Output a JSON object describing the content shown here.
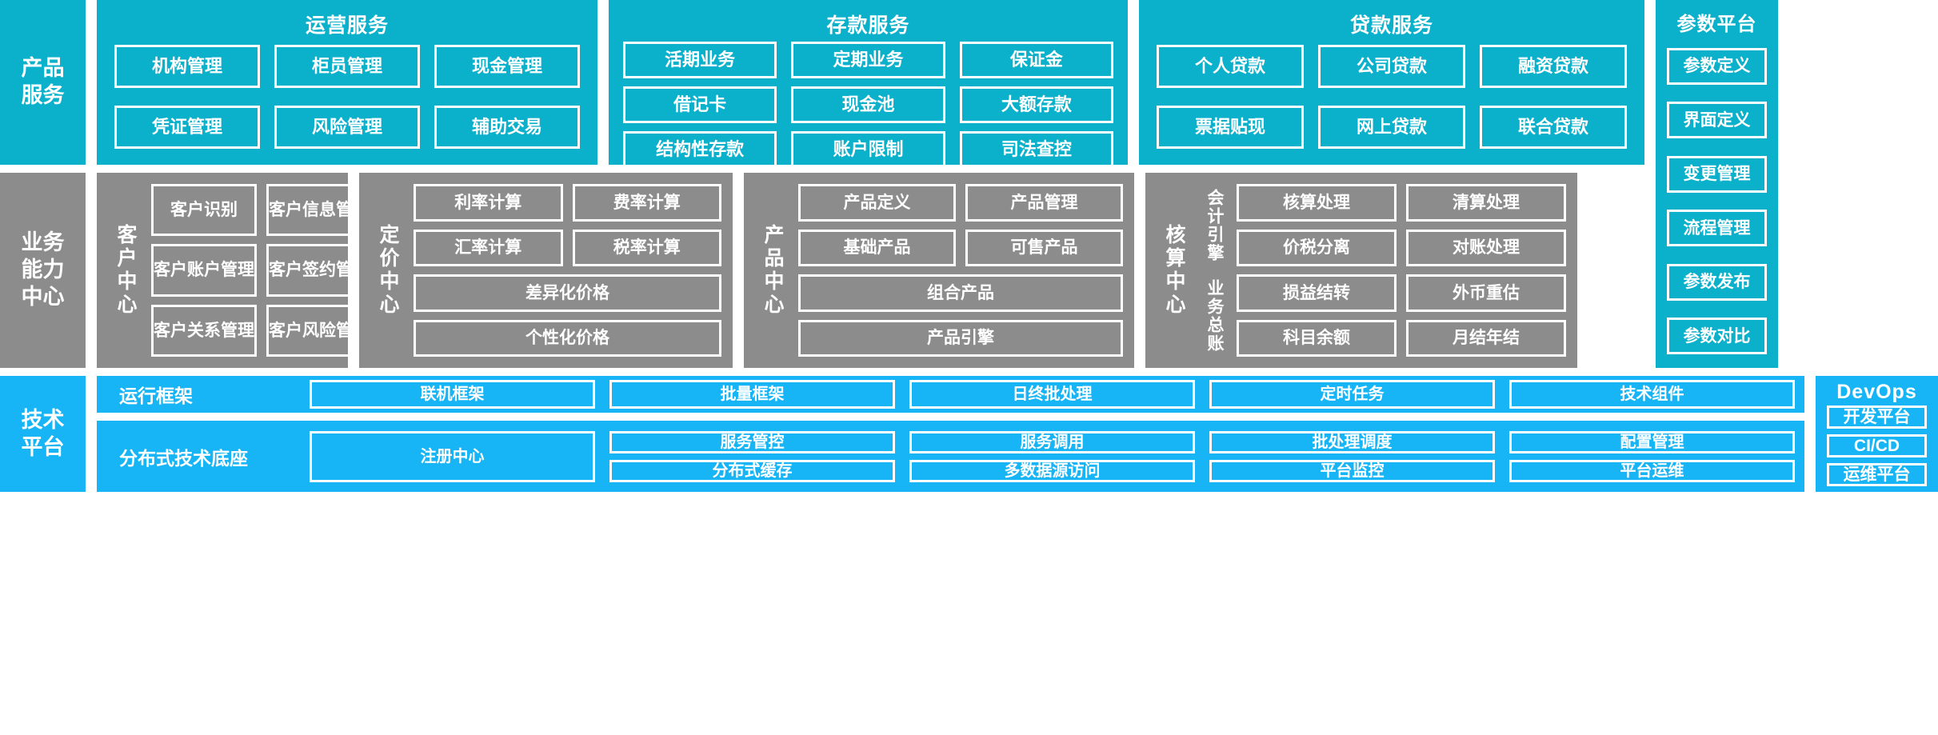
{
  "layers": {
    "product_services": "产品\n服务",
    "business_capability": "业务\n能力\n中心",
    "technical_platform": "技术\n平台"
  },
  "product_services": {
    "label_line1": "产品",
    "label_line2": "服务",
    "groups": [
      {
        "id": "ops",
        "title": "运营服务",
        "rows": [
          [
            "机构管理",
            "柜员管理",
            "现金管理"
          ],
          [
            "凭证管理",
            "风险管理",
            "辅助交易"
          ]
        ]
      },
      {
        "id": "dep",
        "title": "存款服务",
        "rows": [
          [
            "活期业务",
            "定期业务",
            "保证金"
          ],
          [
            "借记卡",
            "现金池",
            "大额存款"
          ],
          [
            "结构性存款",
            "账户限制",
            "司法查控"
          ]
        ]
      },
      {
        "id": "loan",
        "title": "贷款服务",
        "rows": [
          [
            "个人贷款",
            "公司贷款",
            "融资贷款"
          ],
          [
            "票据贴现",
            "网上贷款",
            "联合贷款"
          ]
        ]
      }
    ]
  },
  "param_platform": {
    "title": "参数平台",
    "items": [
      "参数定义",
      "界面定义",
      "变更管理",
      "流程管理",
      "参数发布",
      "参数对比"
    ]
  },
  "business_capability": {
    "label_line1": "业务",
    "label_line2": "能力",
    "label_line3": "中心",
    "centers": [
      {
        "id": "customer",
        "label": "客户中心",
        "rows": [
          [
            "客户识别",
            "客户信息管理"
          ],
          [
            "客户账户管理",
            "客户签约管理"
          ],
          [
            "客户关系管理",
            "客户风险管理"
          ]
        ]
      },
      {
        "id": "pricing",
        "label": "定价中心",
        "rows": [
          [
            "利率计算",
            "费率计算"
          ],
          [
            "汇率计算",
            "税率计算"
          ]
        ],
        "full_rows": [
          "差异化价格",
          "个性化价格"
        ]
      },
      {
        "id": "product",
        "label": "产品中心",
        "rows": [
          [
            "产品定义",
            "产品管理"
          ],
          [
            "基础产品",
            "可售产品"
          ]
        ],
        "full_rows": [
          "组合产品",
          "产品引擎"
        ]
      },
      {
        "id": "accounting",
        "label": "核算中心",
        "subgroups": [
          {
            "label": "会计引擎",
            "rows": [
              [
                "核算处理",
                "清算处理"
              ],
              [
                "价税分离",
                "对账处理"
              ]
            ]
          },
          {
            "label": "业务总账",
            "rows": [
              [
                "损益结转",
                "外币重估"
              ],
              [
                "科目余额",
                "月结年结"
              ]
            ]
          }
        ]
      }
    ]
  },
  "technical_platform": {
    "label_line1": "技术",
    "label_line2": "平台",
    "bands": [
      {
        "id": "runtime",
        "label": "运行框架",
        "items": [
          "联机框架",
          "批量框架",
          "日终批处理",
          "定时任务",
          "技术组件"
        ]
      },
      {
        "id": "distributed",
        "label": "分布式技术底座",
        "register": "注册中心",
        "columns": [
          [
            "服务管控",
            "分布式缓存"
          ],
          [
            "服务调用",
            "多数据源访问"
          ],
          [
            "批处理调度",
            "平台监控"
          ],
          [
            "配置管理",
            "平台运维"
          ]
        ]
      }
    ]
  },
  "devops": {
    "title": "DevOps",
    "items": [
      "开发平台",
      "CI/CD",
      "运维平台"
    ]
  },
  "colors": {
    "cyan": "#0bb0cb",
    "gray": "#8c8c8c",
    "blue": "#17b5f5",
    "border": "#ffffff",
    "background": "#ffffff"
  }
}
